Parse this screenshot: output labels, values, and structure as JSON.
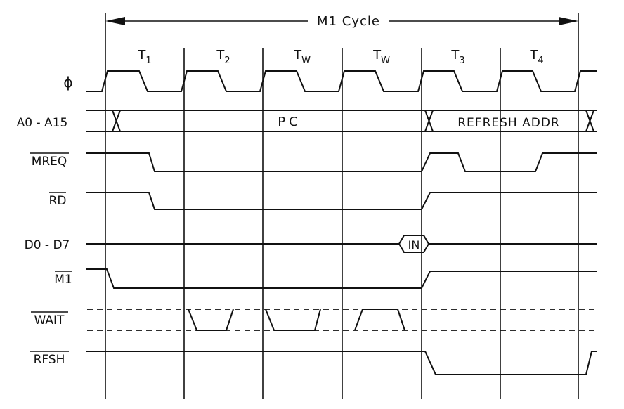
{
  "title": "M1 Cycle",
  "clock_states": [
    {
      "name": "T",
      "sub": "1"
    },
    {
      "name": "T",
      "sub": "2"
    },
    {
      "name": "T",
      "sub": "W"
    },
    {
      "name": "T",
      "sub": "W"
    },
    {
      "name": "T",
      "sub": "3"
    },
    {
      "name": "T",
      "sub": "4"
    }
  ],
  "signals": {
    "phi": "ϕ",
    "address": "A0 - A15",
    "mreq": "MREQ",
    "rd": "RD",
    "data": "D0 - D7",
    "m1": "M1",
    "wait": "WAIT",
    "rfsh": "RFSH"
  },
  "bus_values": {
    "pc": "PC",
    "refresh": "REFRESH ADDR",
    "data_in": "IN"
  },
  "overbar_signals": [
    "MREQ",
    "RD",
    "M1",
    "WAIT",
    "RFSH"
  ]
}
